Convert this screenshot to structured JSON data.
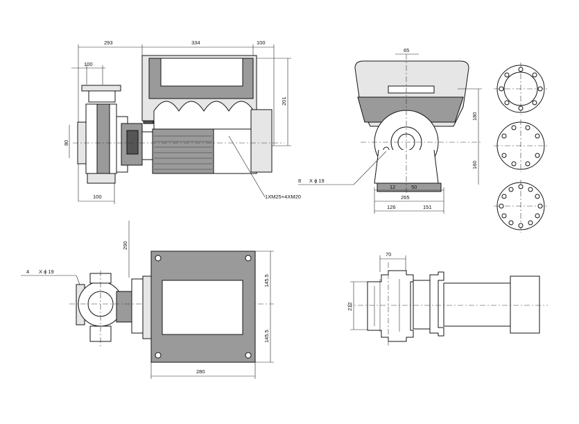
{
  "dimensions": {
    "top_left": {
      "overall_pump": "293",
      "motor_length": "334",
      "terminal_box": "100",
      "flange_top": "100",
      "flange_bottom": "100",
      "flange_dn": "80",
      "motor_height": "201",
      "cable_entries": "1XM25+4XM20"
    },
    "top_right": {
      "outlet_width": "65",
      "upper_height": "180",
      "lower_height": "160",
      "bolt_label_count": "8",
      "bolt_label": "X ϕ 19",
      "foot_12": "12",
      "foot_50": "50",
      "foot_265": "265",
      "foot_126": "126",
      "foot_151": "151"
    },
    "bottom_left": {
      "clearance": "290",
      "bolt_label_count": "4",
      "bolt_label": "X ϕ 19",
      "half_width_upper": "145.5",
      "half_width_lower": "145.5",
      "width": "280"
    },
    "bottom_right": {
      "outlet_offset": "70",
      "height": "212"
    }
  }
}
